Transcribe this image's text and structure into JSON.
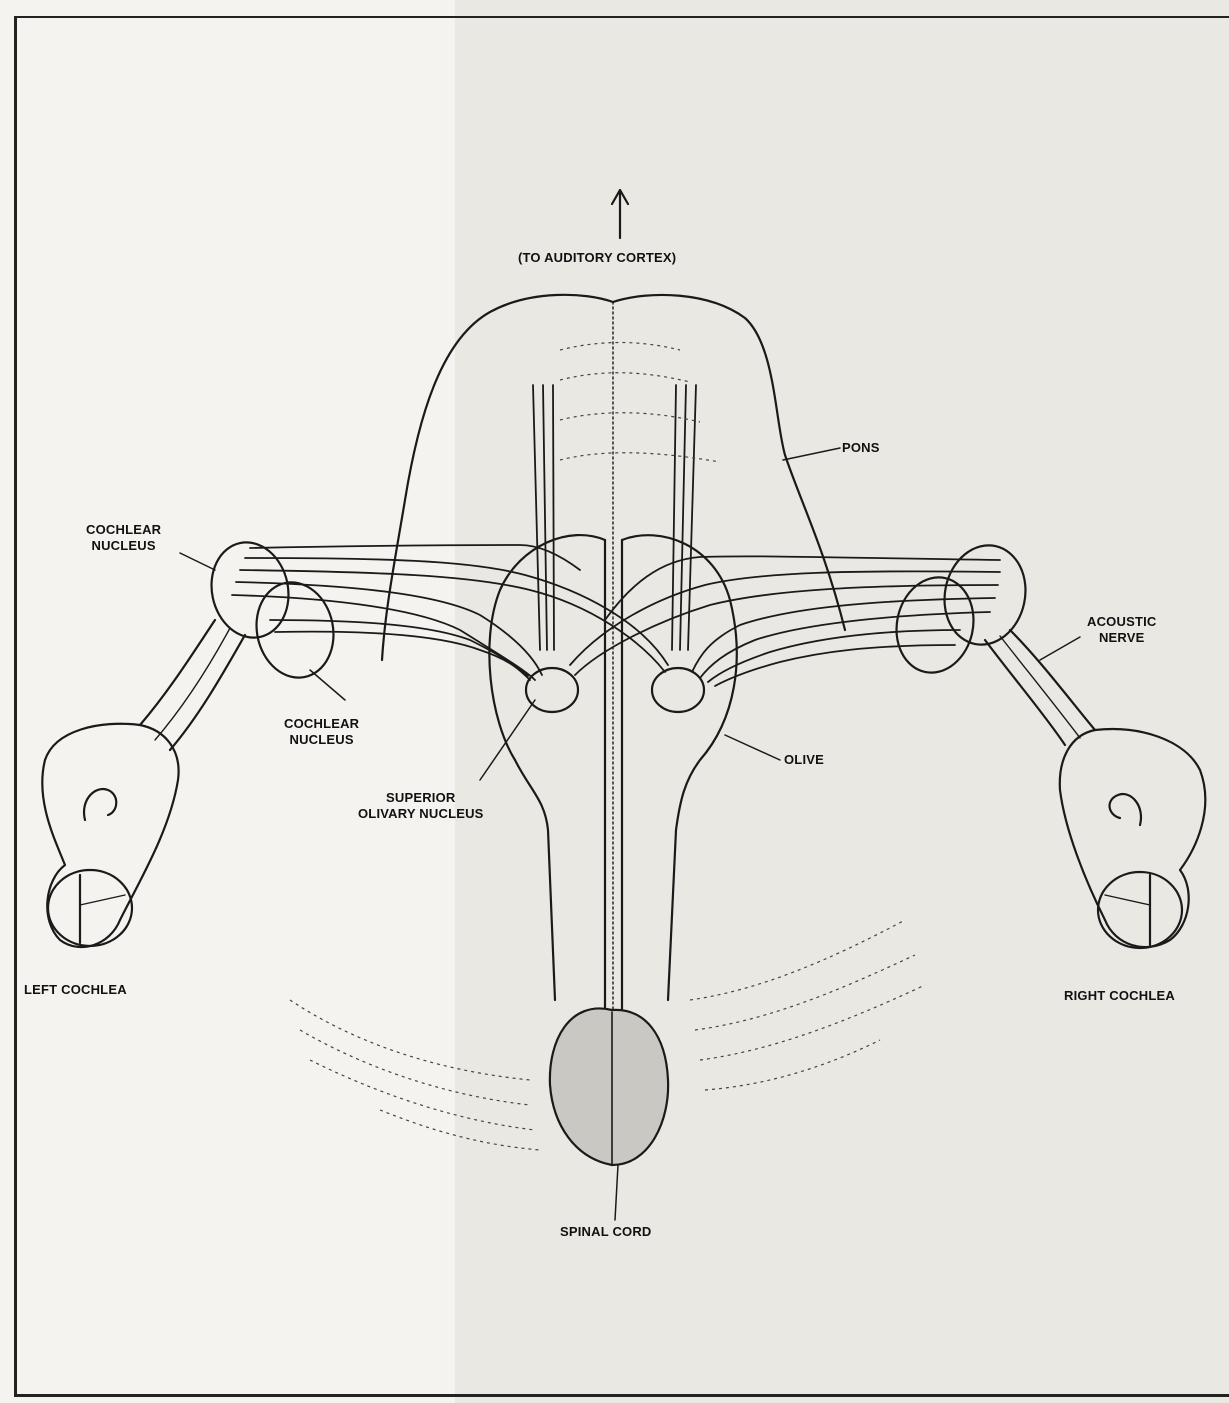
{
  "labels": {
    "to_cortex": "(TO AUDITORY CORTEX)",
    "pons": "PONS",
    "cochlear_nucleus_left": [
      "COCHLEAR",
      "NUCLEUS"
    ],
    "cochlear_nucleus_lower": [
      "COCHLEAR",
      "NUCLEUS"
    ],
    "acoustic_nerve": [
      "ACOUSTIC",
      "NERVE"
    ],
    "olive": "OLIVE",
    "superior_olivary": [
      "SUPERIOR",
      "OLIVARY NUCLEUS"
    ],
    "left_cochlea": "LEFT COCHLEA",
    "right_cochlea": "RIGHT COCHLEA",
    "spinal_cord": "SPINAL CORD"
  },
  "colors": {
    "ink": "#1a1a1a",
    "paper": "#f4f3ef",
    "scan_shade": "#e9e8e3"
  }
}
